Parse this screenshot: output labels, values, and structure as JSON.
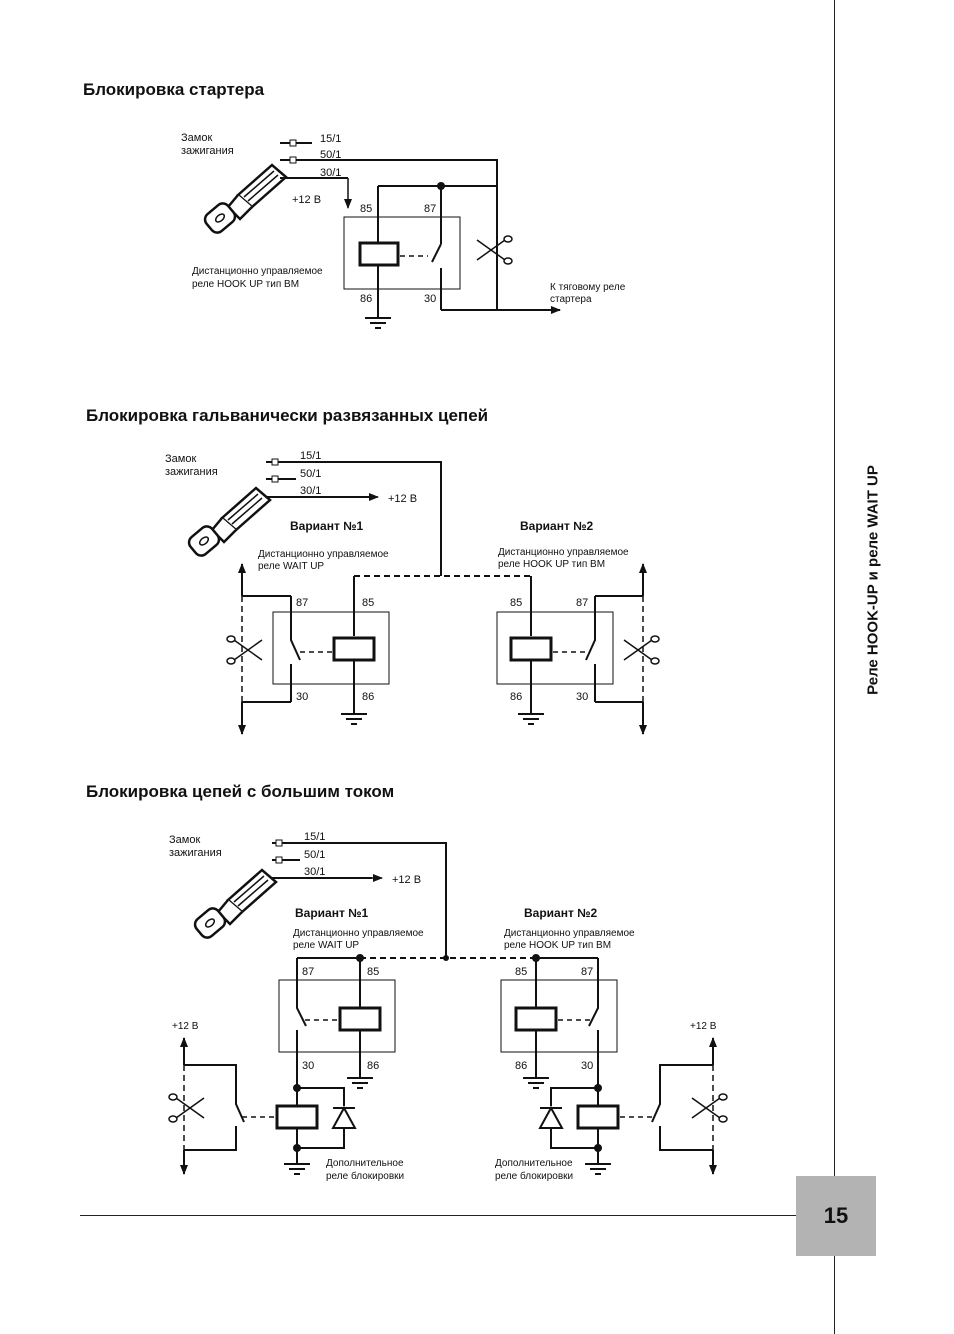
{
  "sidebar": {
    "title": "Реле HOOK-UP и реле WAIT UP",
    "page_number": "15"
  },
  "section1": {
    "heading": "Блокировка стартера",
    "lock_label_1": "Замок",
    "lock_label_2": "зажигания",
    "t15": "15/1",
    "t50": "50/1",
    "t30": "30/1",
    "plus12": "+12 В",
    "p85": "85",
    "p87": "87",
    "p86": "86",
    "p30": "30",
    "relay_label_1": "Дистанционно управляемое",
    "relay_label_2": "реле HOOK UP тип BM",
    "target_1": "К тяговому реле",
    "target_2": "стартера"
  },
  "section2": {
    "heading": "Блокировка гальванически развязанных цепей",
    "lock_label_1": "Замок",
    "lock_label_2": "зажигания",
    "t15": "15/1",
    "t50": "50/1",
    "t30": "30/1",
    "plus12": "+12 В",
    "variant1": "Вариант №1",
    "variant2": "Вариант №2",
    "v1_label_1": "Дистанционно управляемое",
    "v1_label_2": "реле WAIT UP",
    "v2_label_1": "Дистанционно управляемое",
    "v2_label_2": "реле HOOK UP тип BM",
    "p85": "85",
    "p87": "87",
    "p86": "86",
    "p30": "30"
  },
  "section3": {
    "heading": "Блокировка цепей с большим током",
    "lock_label_1": "Замок",
    "lock_label_2": "зажигания",
    "t15": "15/1",
    "t50": "50/1",
    "t30": "30/1",
    "plus12": "+12 В",
    "variant1": "Вариант №1",
    "variant2": "Вариант №2",
    "v1_label_1": "Дистанционно управляемое",
    "v1_label_2": "реле WAIT UP",
    "v2_label_1": "Дистанционно управляемое",
    "v2_label_2": "реле HOOK UP тип BM",
    "p85": "85",
    "p87": "87",
    "p86": "86",
    "p30": "30",
    "left_plus12": "+12 В",
    "right_plus12": "+12 В",
    "aux_label_1": "Дополнительное",
    "aux_label_2": "реле блокировки"
  }
}
